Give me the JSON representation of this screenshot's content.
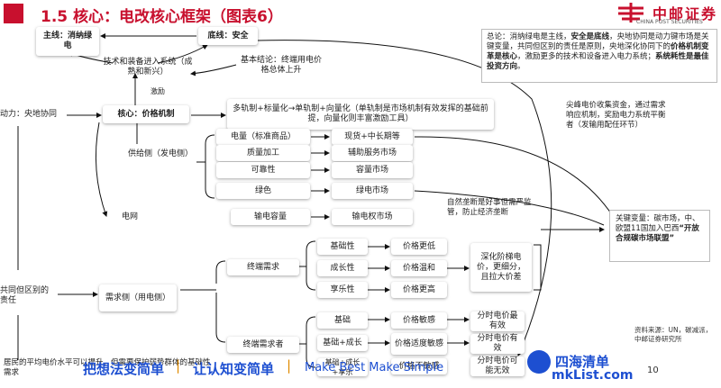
{
  "header": {
    "title": "1.5 核心：电改核心框架（图表6）",
    "logo_cn": "中邮证券",
    "logo_en": "CHINA POST SECURITIES"
  },
  "top": {
    "main_line": "主线：消纳绿电",
    "bottom_line": "底线：安全",
    "tech_entry": "技术和装备进入系统（成熟和新兴）",
    "basic_conclusion": "基本结论：终端用电价格总体上升",
    "incentive": "激励"
  },
  "summary": {
    "p1": "总论：消纳绿电是主线，",
    "p1b": "安全是底线",
    "p2": "，央地协同是动力键市场是关键变量，共同但区别的责任是原则，央地深化协同下的",
    "p2b": "价格机制变革是核心",
    "p3": "，激励更多的技术和设备进入电力系统；",
    "p3b": "系统耗性是最佳投资方向",
    "p4": "。"
  },
  "core": {
    "dynamic": "动力：央地协同",
    "core_label": "核心：价格机制",
    "reform_path": "多轨制+标量化→单轨制+向量化（单轨制是市场机制有效发挥的基础前提，向量化则丰富激励工具）"
  },
  "supply": {
    "label": "供给侧（发电侧）",
    "items": [
      "电量（标准商品）",
      "质量加工",
      "可靠性",
      "绿色"
    ],
    "markets": [
      "现货+中长期等",
      "辅助服务市场",
      "容量市场",
      "绿电市场"
    ]
  },
  "grid": {
    "label": "电网",
    "capacity": "输电容量",
    "rights_market": "输电权市场"
  },
  "peak_note": "尖峰电价收集资金，通过需求响应机制，奖励电力系统平衡者（发输用配任环节）",
  "monopoly_note": "自然垄断是好事但需严监管，防止经济垄断",
  "carbon": {
    "p1": "关键变量：碳市场，中、欧盟11国加入巴西",
    "p2": "“开放合规碳市场联盟”"
  },
  "demand": {
    "shared_resp": "共同但区别的责任",
    "label": "需求侧（用电侧）",
    "terminal_demand": "终端需求",
    "terminal_demander": "终端需求者",
    "attrs": [
      "基础性",
      "成长性",
      "享乐性"
    ],
    "prices": [
      "价格更低",
      "价格温和",
      "价格更高"
    ],
    "ladder_note": "深化阶梯电价，更细分，且拉大价差",
    "groups": [
      "基础",
      "基础+成长",
      "基础+成长+享乐"
    ],
    "sensitivity": [
      "价格敏感",
      "价格适度敏感",
      "价格不敏感"
    ],
    "tou": [
      "分时电价最有效",
      "分时电价有效",
      "分时电价可能无效"
    ]
  },
  "footer": {
    "text": "居民的平均电价水平可以提升，但需要保护弱势群体的基础性需求",
    "source": "资料来源：UN，碳减派，中邮证券研究所",
    "page": "10"
  },
  "watermark": {
    "w1": "把想法变简单",
    "w2": "让认知变简单",
    "w3": "Make Best Make Simple",
    "w4": "四海清单",
    "w5": "mkList.com"
  }
}
